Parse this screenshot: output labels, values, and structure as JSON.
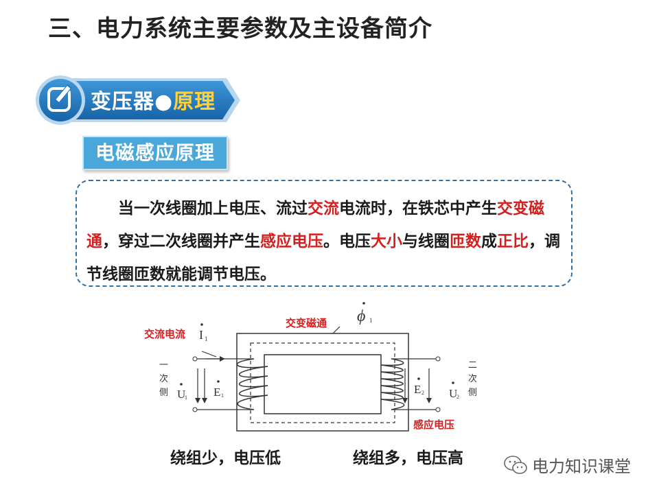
{
  "page_title": "三、电力系统主要参数及主设备简介",
  "banner": {
    "text": "变压器●",
    "accent": "原理",
    "icon": "edit-icon"
  },
  "subhead": "电磁感应原理",
  "paragraph": {
    "s1": "当一次线圈加上电压、流过",
    "r1": "交流",
    "s2": "电流时，在铁芯中产生",
    "r2": "交变磁通",
    "s3": "，穿过二次线圈并产生",
    "r3": "感应电压",
    "s4": "。电压",
    "r4": "大小",
    "s5": "与线圈",
    "r5": "匝数",
    "s6": "成",
    "r6": "正比",
    "s7": "，调节线圈匝数就能调节电压。"
  },
  "diagram": {
    "ac_current": "交流电流",
    "flux_label": "交变磁通",
    "induced_voltage": "感应电压",
    "phi": "ϕ",
    "phi_sub": "1",
    "I": "I",
    "I_sub": "1",
    "U1": "U",
    "U1_sub": "1",
    "E1": "E",
    "E1_sub": "1",
    "E2": "E",
    "E2_sub": "2",
    "U2": "U",
    "U2_sub": "2",
    "primary_side": [
      "一",
      "次",
      "侧"
    ],
    "secondary_side": [
      "二",
      "次",
      "侧"
    ]
  },
  "captions": {
    "left": "绕组少，电压低",
    "right": "绕组多，电压高"
  },
  "watermark": {
    "text": "电力知识课堂",
    "icon": "wechat-icon"
  },
  "colors": {
    "banner_blue": "#1f74b8",
    "accent": "#ffd23c",
    "red": "#d41f1f",
    "subhead": "#4aa7d9"
  }
}
